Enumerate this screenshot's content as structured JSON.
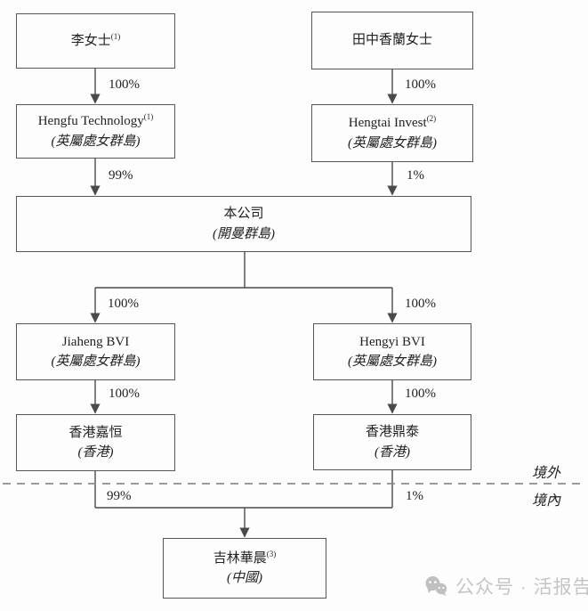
{
  "diagram": {
    "nodes": {
      "li": {
        "name": "李女士",
        "sup": "(1)"
      },
      "tanaka": {
        "name": "田中香蘭女士"
      },
      "hengfu": {
        "name": "Hengfu Technology",
        "sup": "(1)",
        "loc": "(英屬處女群島)"
      },
      "hengtai": {
        "name": "Hengtai Invest",
        "sup": "(2)",
        "loc": "(英屬處女群島)"
      },
      "company": {
        "name": "本公司",
        "loc": "(開曼群島)"
      },
      "jiaheng_bvi": {
        "name": "Jiaheng BVI",
        "loc": "(英屬處女群島)"
      },
      "hengyi_bvi": {
        "name": "Hengyi BVI",
        "loc": "(英屬處女群島)"
      },
      "hk_jiaheng": {
        "name": "香港嘉恒",
        "loc": "(香港)"
      },
      "hk_dingtai": {
        "name": "香港鼎泰",
        "loc": "(香港)"
      },
      "jilin": {
        "name": "吉林華晨",
        "sup": "(3)",
        "loc": "(中國)"
      }
    },
    "ownership": {
      "li_hengfu": "100%",
      "tanaka_hengtai": "100%",
      "hengfu_company": "99%",
      "hengtai_company": "1%",
      "company_jiaheng": "100%",
      "company_hengyi": "100%",
      "jiaheng_hk": "100%",
      "hengyi_hk": "100%",
      "hk_jiaheng_jilin": "99%",
      "hk_dingtai_jilin": "1%"
    },
    "regions": {
      "offshore": "境外",
      "onshore": "境內"
    }
  },
  "watermark": {
    "label": "公众号 · 活报告"
  },
  "colors": {
    "ink": "#4a4a4a",
    "text": "#222222",
    "dash": "#8c8c8c",
    "wm": "#c5c5c5",
    "bg": "#fdfdfd"
  }
}
